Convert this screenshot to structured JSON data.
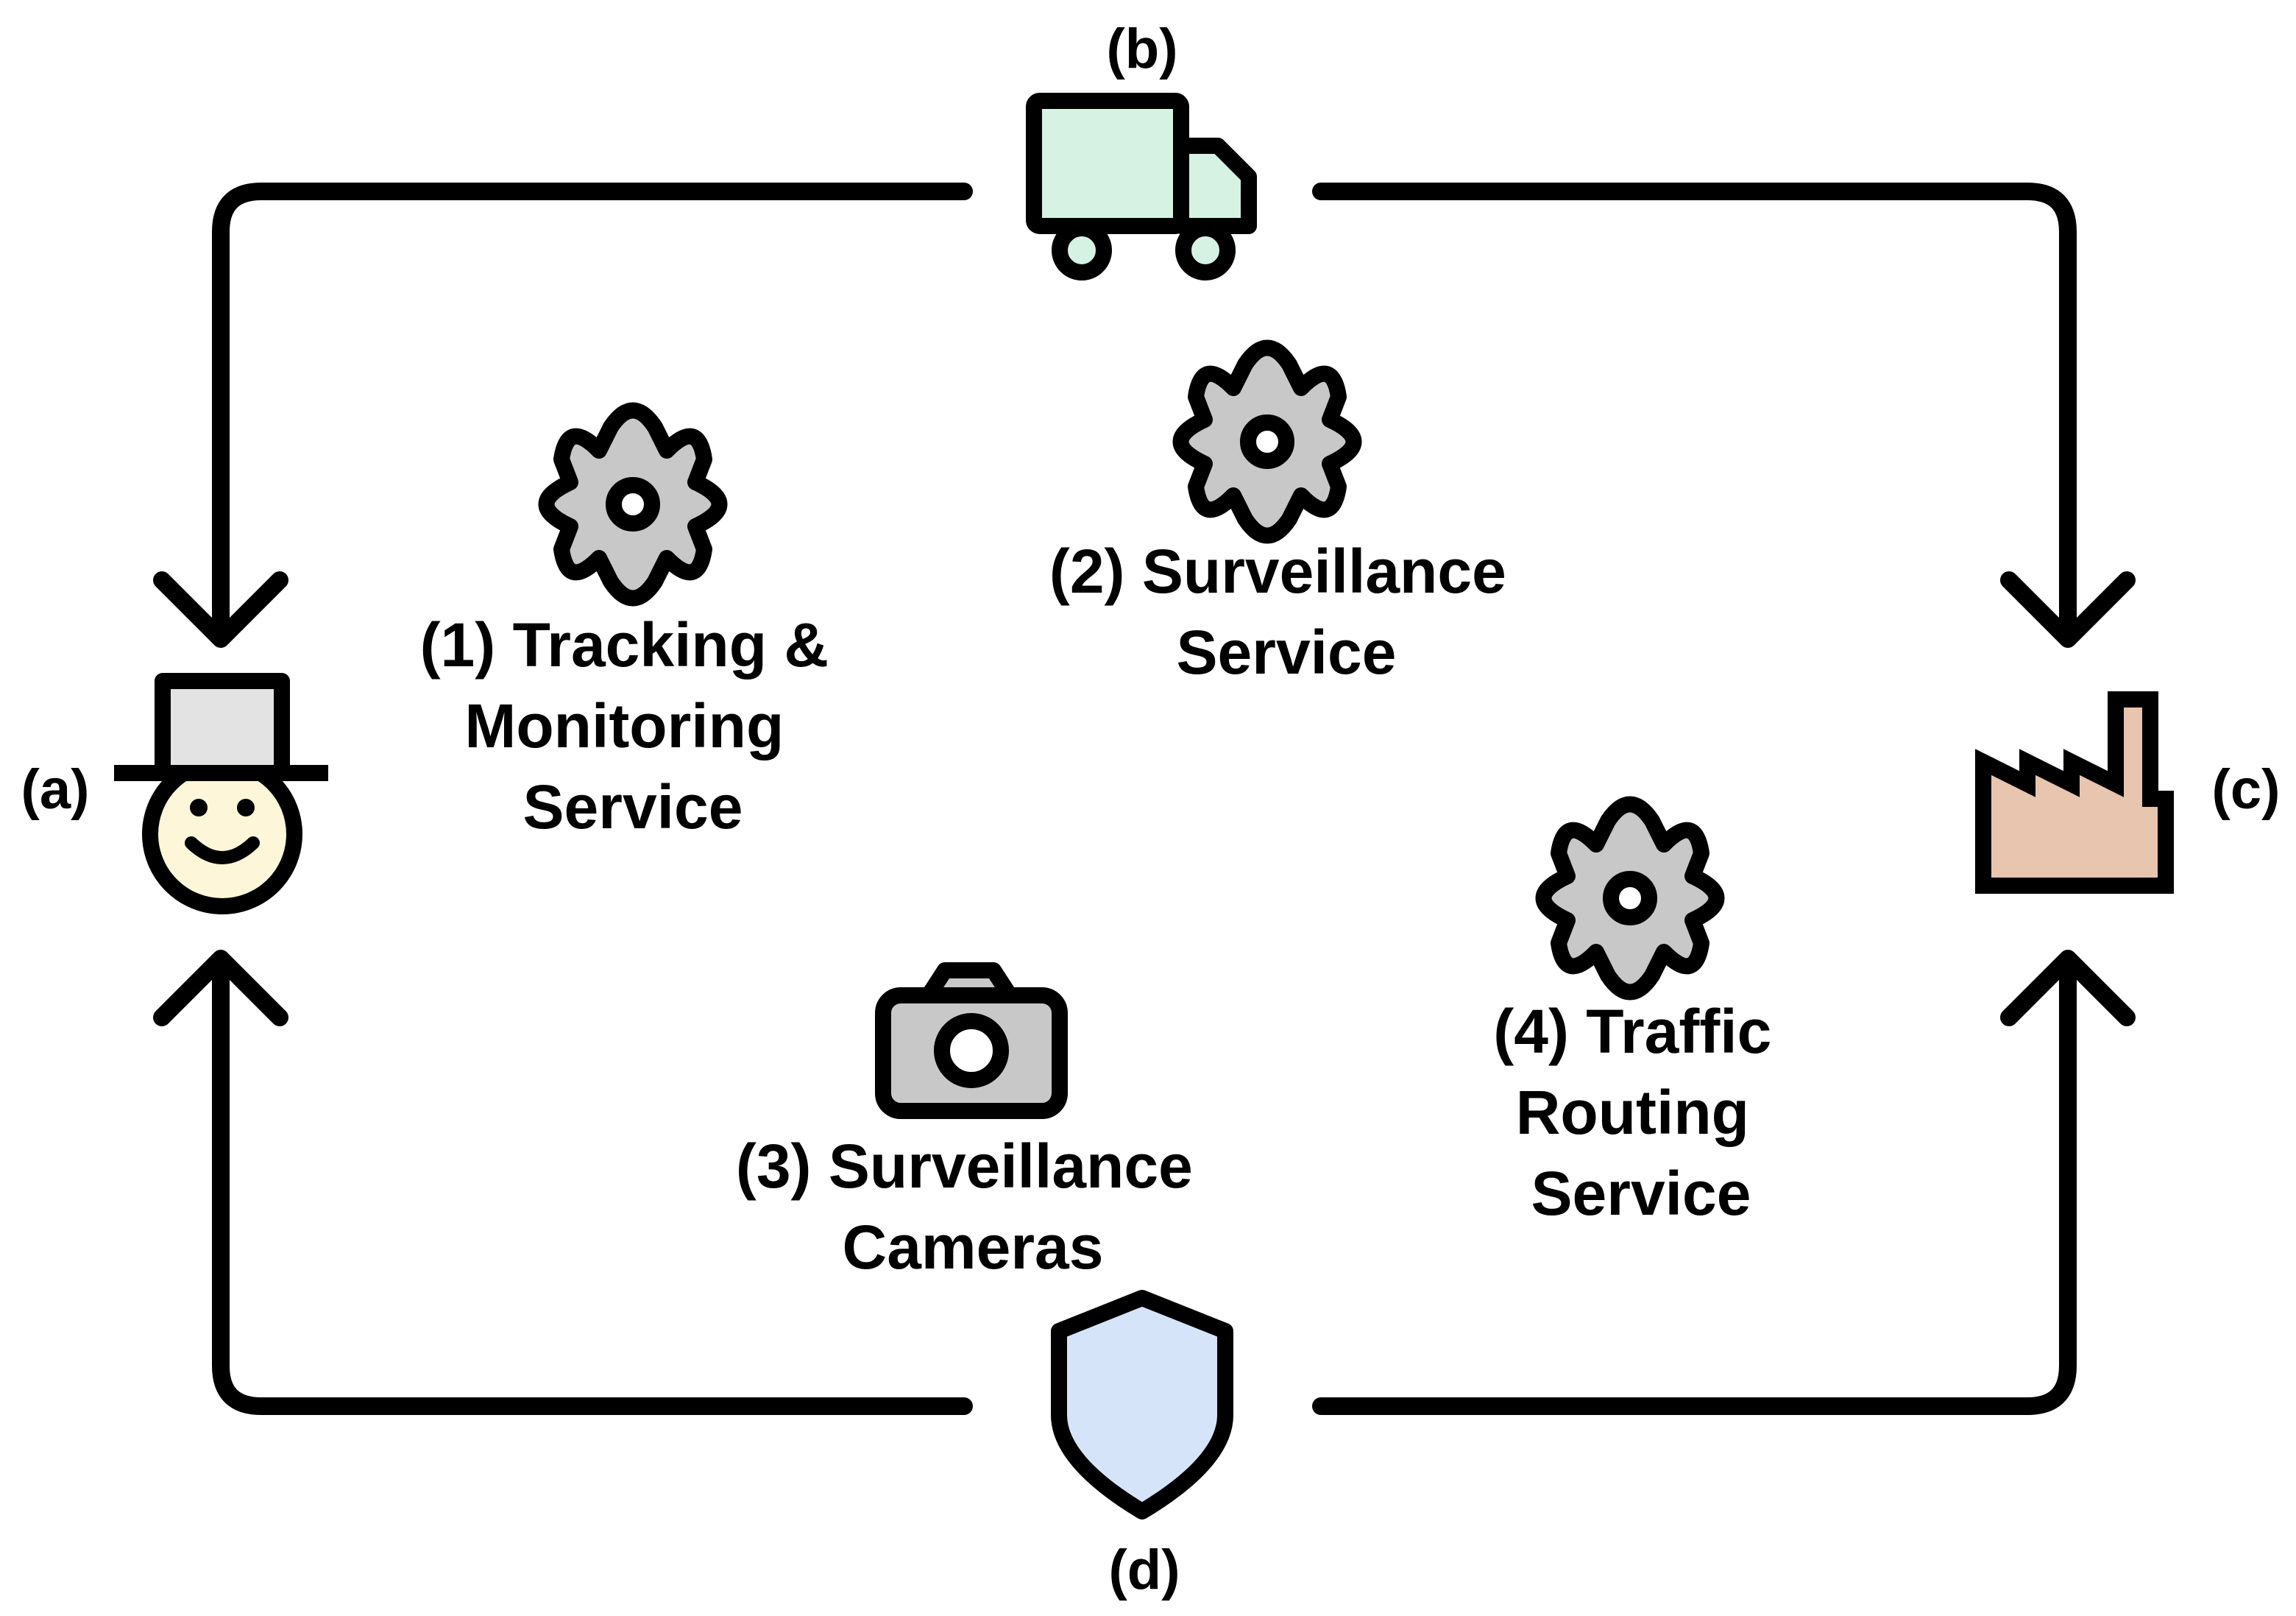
{
  "nodes": {
    "a": {
      "label": "(a)",
      "icon": "person-top-hat-icon",
      "color": "#FDF6D8"
    },
    "b": {
      "label": "(b)",
      "icon": "truck-icon",
      "color": "#D5F2E3"
    },
    "c": {
      "label": "(c)",
      "icon": "factory-icon",
      "color": "#E8C5AE"
    },
    "d": {
      "label": "(d)",
      "icon": "shield-icon",
      "color": "#D6E4FA"
    }
  },
  "services": {
    "s1": {
      "lines": [
        "(1) Tracking &",
        "Monitoring",
        "Service"
      ],
      "icon": "gear-icon"
    },
    "s2": {
      "lines": [
        "(2) Surveillance",
        "Service"
      ],
      "icon": "gear-icon"
    },
    "s3": {
      "lines": [
        "(3) Surveillance",
        "Cameras"
      ],
      "icon": "camera-icon"
    },
    "s4": {
      "lines": [
        "(4) Traffic",
        "Routing",
        "Service"
      ],
      "icon": "gear-icon"
    }
  },
  "colors": {
    "stroke": "#000000",
    "gear": "#C8C8C8",
    "camera": "#C8C8C8",
    "hat": "#E3E3E3"
  }
}
